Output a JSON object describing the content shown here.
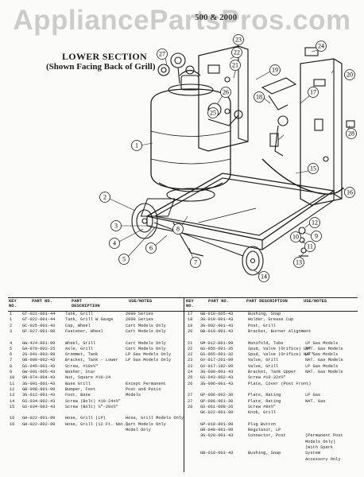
{
  "watermark": "AppliancePartsPros.com",
  "model": "500 & 2000",
  "section": {
    "title": "LOWER SECTION",
    "subtitle": "(Shown Facing Back of Grill)"
  },
  "callouts": [
    "1",
    "2",
    "3",
    "4",
    "5",
    "6",
    "7",
    "8",
    "9",
    "10",
    "11",
    "12",
    "13",
    "14",
    "15",
    "16",
    "17",
    "18",
    "19",
    "20",
    "21",
    "22",
    "23",
    "24",
    "25",
    "26",
    "27",
    "28"
  ],
  "table": {
    "headers_left": [
      "KEY NO.",
      "PART NO.",
      "PART DESCRIPTION",
      "USE/NOTES"
    ],
    "headers_right": [
      "KEY NO.",
      "PART NO.",
      "PART DESCRIPTION",
      "USE/NOTES"
    ],
    "left_rows": [
      {
        "key": "1",
        "part": "GT-021-001-44",
        "desc": "Tank, Grill",
        "use": "2000 Series"
      },
      {
        "key": "1",
        "part": "GT-022-001-44",
        "desc": "Tank, Grill W Gauge",
        "use": "2000 Series"
      },
      {
        "key": "2",
        "part": "GC-025-001-43",
        "desc": "Cap, Wheel",
        "use": "Cart Models Only"
      },
      {
        "key": "3",
        "part": "GF-027-001-98",
        "desc": "Fastener, Wheel",
        "use": "Cart Models Only"
      },
      {
        "key": "",
        "part": "",
        "desc": "",
        "use": ""
      },
      {
        "key": "4",
        "part": "GW-424-001-99",
        "desc": "Wheel, Grill",
        "use": "Cart Models Only"
      },
      {
        "key": "5",
        "part": "GA-070-002-25",
        "desc": "Axle, Grill",
        "use": "Cart Models Only"
      },
      {
        "key": "6",
        "part": "2G-041-003-99",
        "desc": "Grommet, Tank",
        "use": "LP Gas Models Only"
      },
      {
        "key": "7",
        "part": "GB-009-002-43",
        "desc": "Bracket, Tank - Lower",
        "use": "LP Gas Models Only"
      },
      {
        "key": "8",
        "part": "GS-045-001-43",
        "desc": "Screw, #10x½\"",
        "use": ""
      },
      {
        "key": "9",
        "part": "GW-001-005-43",
        "desc": "Washer, Star",
        "use": ""
      },
      {
        "key": "10",
        "part": "GN-074-004-43",
        "desc": "Nut, Square #10-24",
        "use": ""
      },
      {
        "key": "11",
        "part": "3G-001-001-43",
        "desc": "Base Grill",
        "use": "Except Permanent"
      },
      {
        "key": "12",
        "part": "GB-008-001-99",
        "desc": "Bumper, Foot",
        "use": "Post and Patio"
      },
      {
        "key": "13",
        "part": "3G-012-001-43",
        "desc": "Foot, Base",
        "use": "Models"
      },
      {
        "key": "14",
        "part": "GS-034-002-43",
        "desc": "Screw (Bolt) #10-24x½\"",
        "use": ""
      },
      {
        "key": "15",
        "part": "GS-034-003-43",
        "desc": "Screw (Bolt) ¼\"-20x½\"",
        "use": ""
      },
      {
        "key": "",
        "part": "",
        "desc": "",
        "use": ""
      },
      {
        "key": "16",
        "part": "GH-022-001-99",
        "desc": "Hose, Grill (LP)",
        "use": "Hose, Grill Models Only"
      },
      {
        "key": "16",
        "part": "GH-022-002-99",
        "desc": "Hose, Grill (12 Ft. Nat.)",
        "use": "Cart Models Only"
      },
      {
        "key": "",
        "part": "",
        "desc": "",
        "use": "Model Only"
      }
    ],
    "right_rows": [
      {
        "key": "17",
        "part": "GB-010-005-43",
        "desc": "Bushing, Snap",
        "use": ""
      },
      {
        "key": "18",
        "part": "3G-010-001-43",
        "desc": "Holder, Grease Cup",
        "use": ""
      },
      {
        "key": "19",
        "part": "3G-002-001-43",
        "desc": "Post, Grill",
        "use": ""
      },
      {
        "key": "20",
        "part": "GB-019-001-43",
        "desc": "Bracket, Burner Alignment",
        "use": ""
      },
      {
        "key": "",
        "part": "",
        "desc": "",
        "use": ""
      },
      {
        "key": "21",
        "part": "GM-012-001-99",
        "desc": "Manifold, Tube",
        "use": "LP Gas Models"
      },
      {
        "key": "22",
        "part": "GS-055-001-35",
        "desc": "Spud, Valve (Orifice) LP*",
        "use": "NAT. Gas Models"
      },
      {
        "key": "22",
        "part": "GS-065-001-32",
        "desc": "Spud, Valve (Orifice) NAT*",
        "use": "LP Gas Models"
      },
      {
        "key": "23",
        "part": "GV-017-201-99",
        "desc": "Valve, Grill",
        "use": "NAT. Gas Models"
      },
      {
        "key": "23",
        "part": "GV-017-192-99",
        "desc": "Valve, Grill",
        "use": "LP Gas Models"
      },
      {
        "key": "24",
        "part": "3G-009-001-43",
        "desc": "Bracket, Tank Upper",
        "use": "NAT. Gas Models"
      },
      {
        "key": "25",
        "part": "GS-043-002-43",
        "desc": "Screw #10-32x½\"",
        "use": ""
      },
      {
        "key": "26",
        "part": "3G-006-001-43",
        "desc": "Plate, Cover (Post Front)",
        "use": ""
      },
      {
        "key": "",
        "part": "",
        "desc": "",
        "use": ""
      },
      {
        "key": "27",
        "part": "GP-006-002-30",
        "desc": "Plate, Rating",
        "use": "LP Gas"
      },
      {
        "key": "27",
        "part": "GP-006-001-30",
        "desc": "Plate, Rating",
        "use": "NAT. Gas"
      },
      {
        "key": "28",
        "part": "GS-061-008-26",
        "desc": "Screw #8x½\"",
        "use": ""
      },
      {
        "key": "",
        "part": "GK-022-001-99",
        "desc": "Knob, Grill",
        "use": ""
      },
      {
        "key": "",
        "part": "",
        "desc": "",
        "use": ""
      },
      {
        "key": "",
        "part": "GP-018-001-99",
        "desc": "Plug Button",
        "use": ""
      },
      {
        "key": "",
        "part": "GR-040-001-99",
        "desc": "Regulator, LP",
        "use": ""
      },
      {
        "key": "",
        "part": "3G-020-001-43",
        "desc": "Connector, Post",
        "use": "(Permanent Post"
      },
      {
        "key": "",
        "part": "",
        "desc": "",
        "use": "Models Only)"
      },
      {
        "key": "",
        "part": "",
        "desc": "",
        "use": "(With Spark"
      },
      {
        "key": "",
        "part": "GB-010-001-43",
        "desc": "Bushing, Snap",
        "use": "System"
      },
      {
        "key": "",
        "part": "",
        "desc": "",
        "use": "Accessory Only"
      }
    ]
  }
}
